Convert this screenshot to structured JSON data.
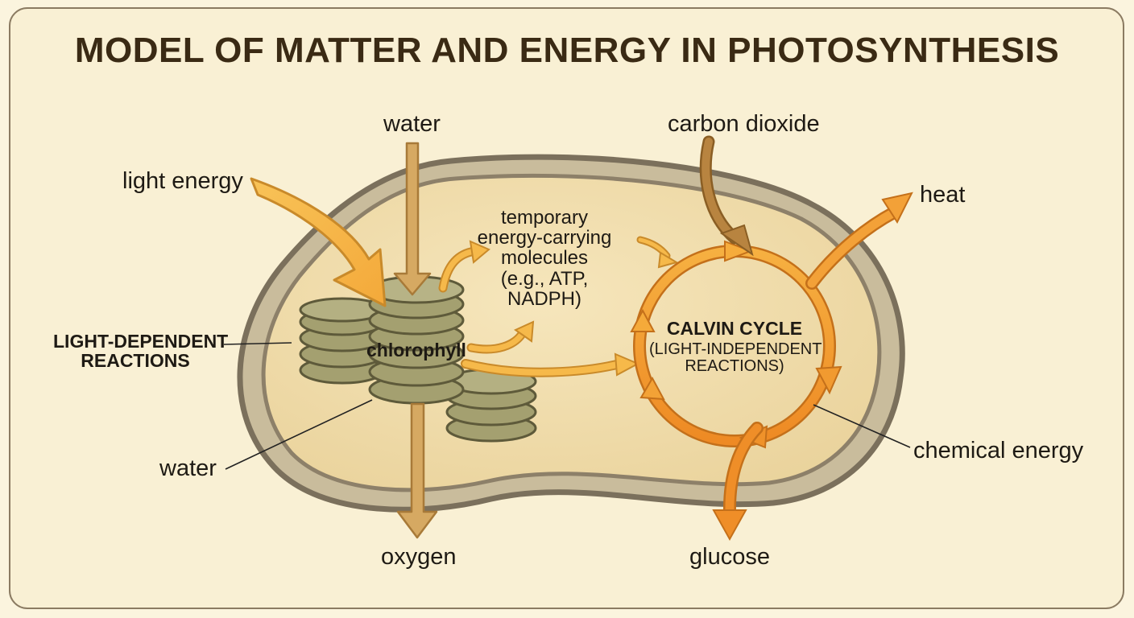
{
  "title": "MODEL OF MATTER AND ENERGY IN PHOTOSYNTHESIS",
  "labels": {
    "water_in": "water",
    "light_energy": "light energy",
    "carbon_dioxide": "carbon dioxide",
    "heat": "heat",
    "temporary_molecules": [
      "temporary",
      "energy-carrying",
      "molecules",
      "(e.g., ATP,",
      "NADPH)"
    ],
    "light_dependent": [
      "LIGHT-DEPENDENT",
      "REACTIONS"
    ],
    "chlorophyll": "chlorophyll",
    "calvin_cycle": "CALVIN CYCLE",
    "light_independent": [
      "(LIGHT-INDEPENDENT",
      "REACTIONS)"
    ],
    "water_pointer": "water",
    "chemical_energy": "chemical energy",
    "oxygen": "oxygen",
    "glucose": "glucose"
  },
  "colors": {
    "background": "#fbf4de",
    "chloroplast_fill": "#f1dfb0",
    "chloroplast_outline": "#847a66",
    "thylakoid": "#a8a574",
    "energy_arrow": "#f6b94a",
    "matter_arrow": "#d8aa60",
    "carbon_arrow": "#b48038",
    "cycle_arrow": "#f39a2c"
  }
}
